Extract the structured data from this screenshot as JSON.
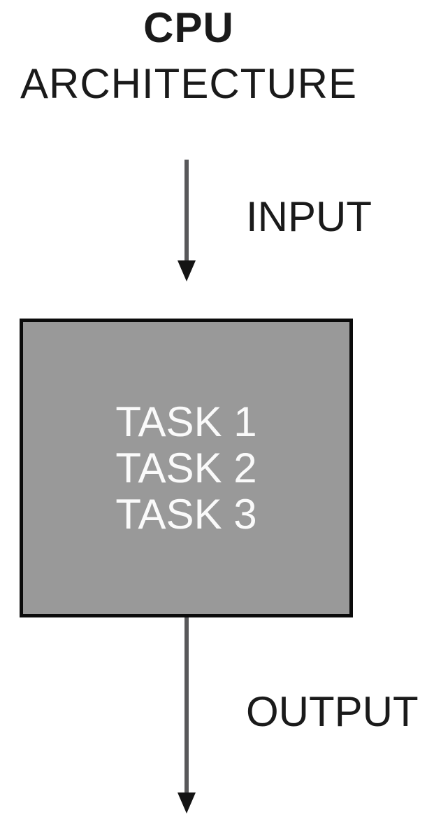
{
  "diagram": {
    "title_line1": "CPU",
    "title_line2": "ARCHITECTURE",
    "input_label": "INPUT",
    "output_label": "OUTPUT",
    "box": {
      "tasks": [
        "TASK 1",
        "TASK 2",
        "TASK 3"
      ]
    },
    "colors": {
      "box_fill": "#999999",
      "box_border": "#0b0b0b",
      "arrow_shaft": "#58585a",
      "arrow_head": "#141414",
      "task_text": "#fafafa",
      "label_text": "#1a1a1a",
      "background": "#ffffff"
    }
  }
}
